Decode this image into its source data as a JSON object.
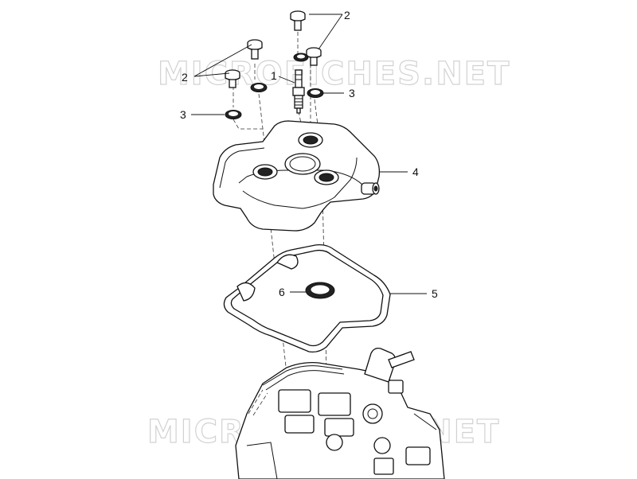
{
  "watermark": {
    "text": "MICROFICHES.NET"
  },
  "callouts": {
    "c1": "1",
    "c2a": "2",
    "c2b": "2",
    "c3a": "3",
    "c3b": "3",
    "c4": "4",
    "c5": "5",
    "c6": "6"
  }
}
